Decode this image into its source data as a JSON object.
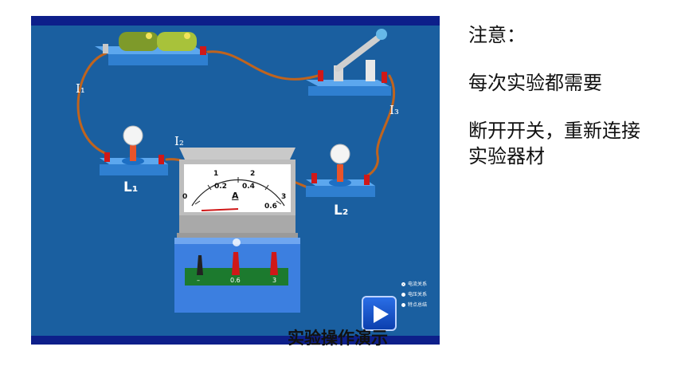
{
  "simulation": {
    "labels": {
      "i1": "I₁",
      "i2": "I₂",
      "i3": "I₃",
      "l1": "L₁",
      "l2": "L₂"
    },
    "ammeter": {
      "unit": "A",
      "scale_top": [
        "0",
        "1",
        "2",
        "3"
      ],
      "scale_bottom": [
        "0.2",
        "0.4",
        "0.6"
      ],
      "terminals": [
        "–",
        "0.6",
        "3"
      ]
    },
    "menu": [
      "电流关系",
      "电压关系",
      "特点总结"
    ],
    "demo_label": "实验操作演示"
  },
  "notes": {
    "title": "注意：",
    "line1": "每次实验都需要",
    "line2": "断开开关，重新连接实验器材"
  },
  "colors": {
    "stage": "#1a5fa0",
    "stage_bar": "#0d1f8a",
    "wire": "#c0641e",
    "base": "#3a8fe0",
    "terminal": "#d01818"
  }
}
